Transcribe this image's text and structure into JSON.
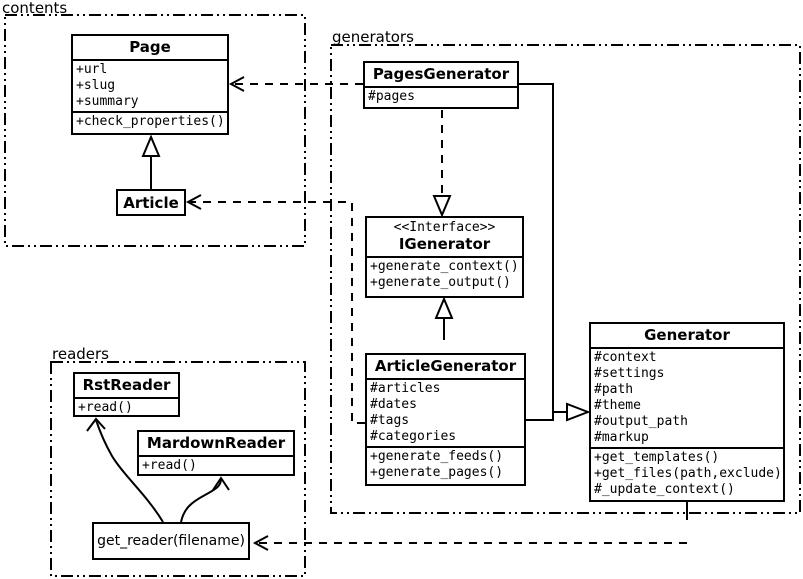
{
  "packages": {
    "contents": {
      "label": "contents"
    },
    "generators": {
      "label": "generators"
    },
    "readers": {
      "label": "readers"
    }
  },
  "classes": {
    "page": {
      "title": "Page",
      "attributes": [
        "+url",
        "+slug",
        "+summary"
      ],
      "methods": [
        "+check_properties()"
      ]
    },
    "article": {
      "title": "Article"
    },
    "pages_generator": {
      "title": "PagesGenerator",
      "attributes": [
        "#pages"
      ]
    },
    "igenerator": {
      "stereotype": "<<Interface>>",
      "title": "IGenerator",
      "methods": [
        "+generate_context()",
        "+generate_output()"
      ]
    },
    "article_generator": {
      "title": "ArticleGenerator",
      "attributes": [
        "#articles",
        "#dates",
        "#tags",
        "#categories"
      ],
      "methods": [
        "+generate_feeds()",
        "+generate_pages()"
      ]
    },
    "generator": {
      "title": "Generator",
      "attributes": [
        "#context",
        "#settings",
        "#path",
        "#theme",
        "#output_path",
        "#markup"
      ],
      "methods": [
        "+get_templates()",
        "+get_files(path,exclude)",
        "#_update_context()"
      ]
    },
    "rst_reader": {
      "title": "RstReader",
      "methods": [
        "+read()"
      ]
    },
    "mardown_reader": {
      "title": "MardownReader",
      "methods": [
        "+read()"
      ]
    },
    "get_reader": {
      "label": "get_reader(filename)"
    }
  },
  "relationships": [
    {
      "from": "Article",
      "to": "Page",
      "type": "inheritance",
      "line": "solid"
    },
    {
      "from": "ArticleGenerator",
      "to": "IGenerator",
      "type": "inheritance",
      "line": "solid"
    },
    {
      "from": "PagesGenerator",
      "to": "IGenerator",
      "type": "realization",
      "line": "dashed"
    },
    {
      "from": "PagesGenerator",
      "to": "Generator",
      "type": "inheritance",
      "line": "solid"
    },
    {
      "from": "ArticleGenerator",
      "to": "Generator",
      "type": "inheritance",
      "line": "solid"
    },
    {
      "from": "PagesGenerator",
      "to": "Page",
      "type": "dependency",
      "line": "dashed"
    },
    {
      "from": "ArticleGenerator",
      "to": "Article",
      "type": "dependency",
      "line": "dashed"
    },
    {
      "from": "Generator",
      "to": "get_reader(filename)",
      "type": "dependency",
      "line": "dashed"
    },
    {
      "from": "get_reader(filename)",
      "to": "RstReader",
      "type": "arrow",
      "line": "solid-curved"
    },
    {
      "from": "get_reader(filename)",
      "to": "MardownReader",
      "type": "arrow",
      "line": "solid-curved"
    }
  ],
  "colors": {
    "line": "#000000",
    "background": "#ffffff",
    "box_fill": "#ffffff"
  }
}
